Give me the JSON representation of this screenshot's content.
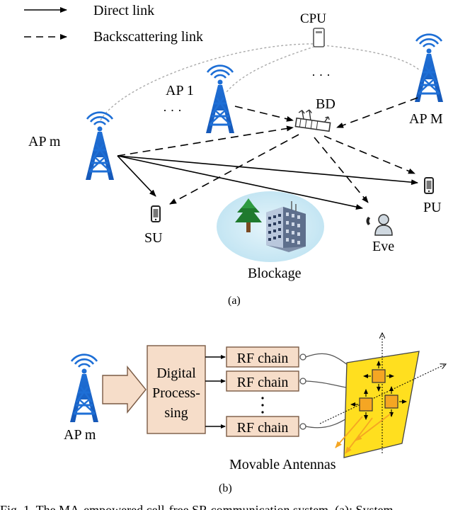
{
  "legend": {
    "direct_link": "Direct link",
    "backscatter_link": "Backscattering link"
  },
  "network": {
    "cpu": "CPU",
    "ap_1": "AP 1",
    "ap_m": "AP m",
    "ap_M": "AP M",
    "bd": "BD",
    "su": "SU",
    "pu": "PU",
    "eve": "Eve",
    "blockage": "Blockage",
    "ellipsis_left": "· · ·",
    "ellipsis_top": "· · ·"
  },
  "panel_labels": {
    "a": "(a)",
    "b": "(b)"
  },
  "architecture": {
    "ap_label": "AP m",
    "processing_line1": "Digital",
    "processing_line2": "Process-",
    "processing_line3": "sing",
    "rf_chain_1": "RF chain",
    "rf_chain_2": "RF chain",
    "rf_chain_3": "RF chain",
    "movable_antennas": "Movable Antennas"
  },
  "caption_fragment": "Fig. 1.  The MA-empowered cell-free SR communication system. (a): System"
}
